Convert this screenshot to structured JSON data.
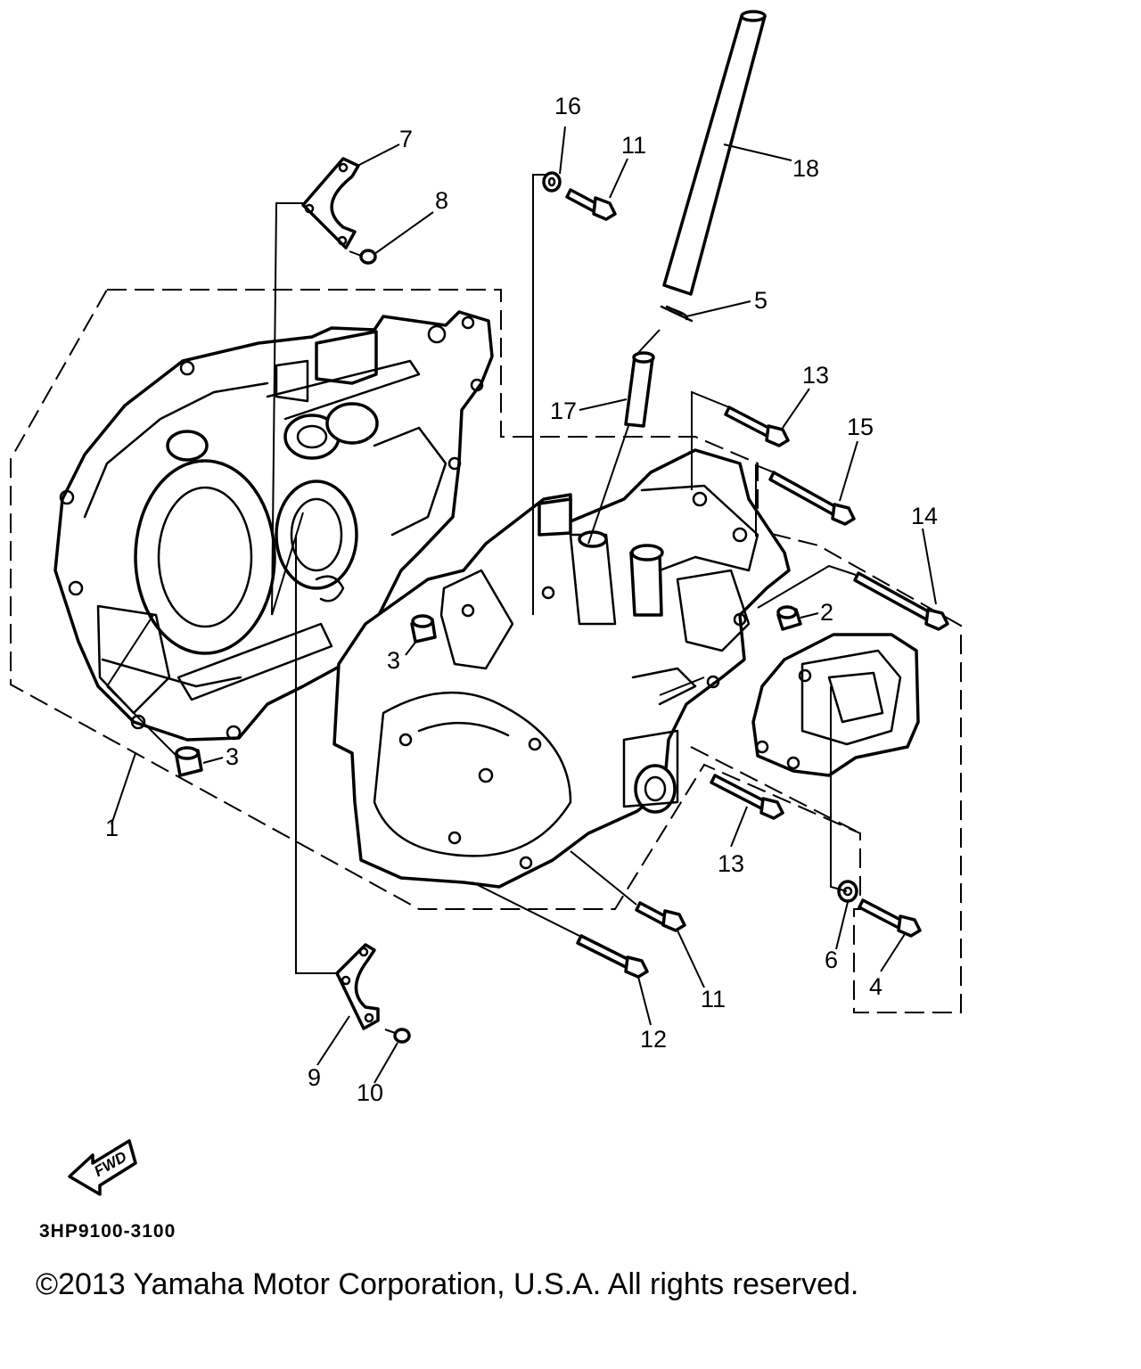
{
  "callouts": [
    {
      "id": "c1",
      "label": "1"
    },
    {
      "id": "c2",
      "label": "2"
    },
    {
      "id": "c3a",
      "label": "3"
    },
    {
      "id": "c3b",
      "label": "3"
    },
    {
      "id": "c4",
      "label": "4"
    },
    {
      "id": "c5",
      "label": "5"
    },
    {
      "id": "c6",
      "label": "6"
    },
    {
      "id": "c7",
      "label": "7"
    },
    {
      "id": "c8",
      "label": "8"
    },
    {
      "id": "c9",
      "label": "9"
    },
    {
      "id": "c10",
      "label": "10"
    },
    {
      "id": "c11a",
      "label": "11"
    },
    {
      "id": "c11b",
      "label": "11"
    },
    {
      "id": "c12",
      "label": "12"
    },
    {
      "id": "c13a",
      "label": "13"
    },
    {
      "id": "c13b",
      "label": "13"
    },
    {
      "id": "c14",
      "label": "14"
    },
    {
      "id": "c15",
      "label": "15"
    },
    {
      "id": "c16",
      "label": "16"
    },
    {
      "id": "c17",
      "label": "17"
    },
    {
      "id": "c18",
      "label": "18"
    }
  ],
  "fwd_label": "FWD",
  "diagram_code": "3HP9100-3100",
  "copyright": "©2013 Yamaha Motor Corporation, U.S.A. All rights reserved."
}
